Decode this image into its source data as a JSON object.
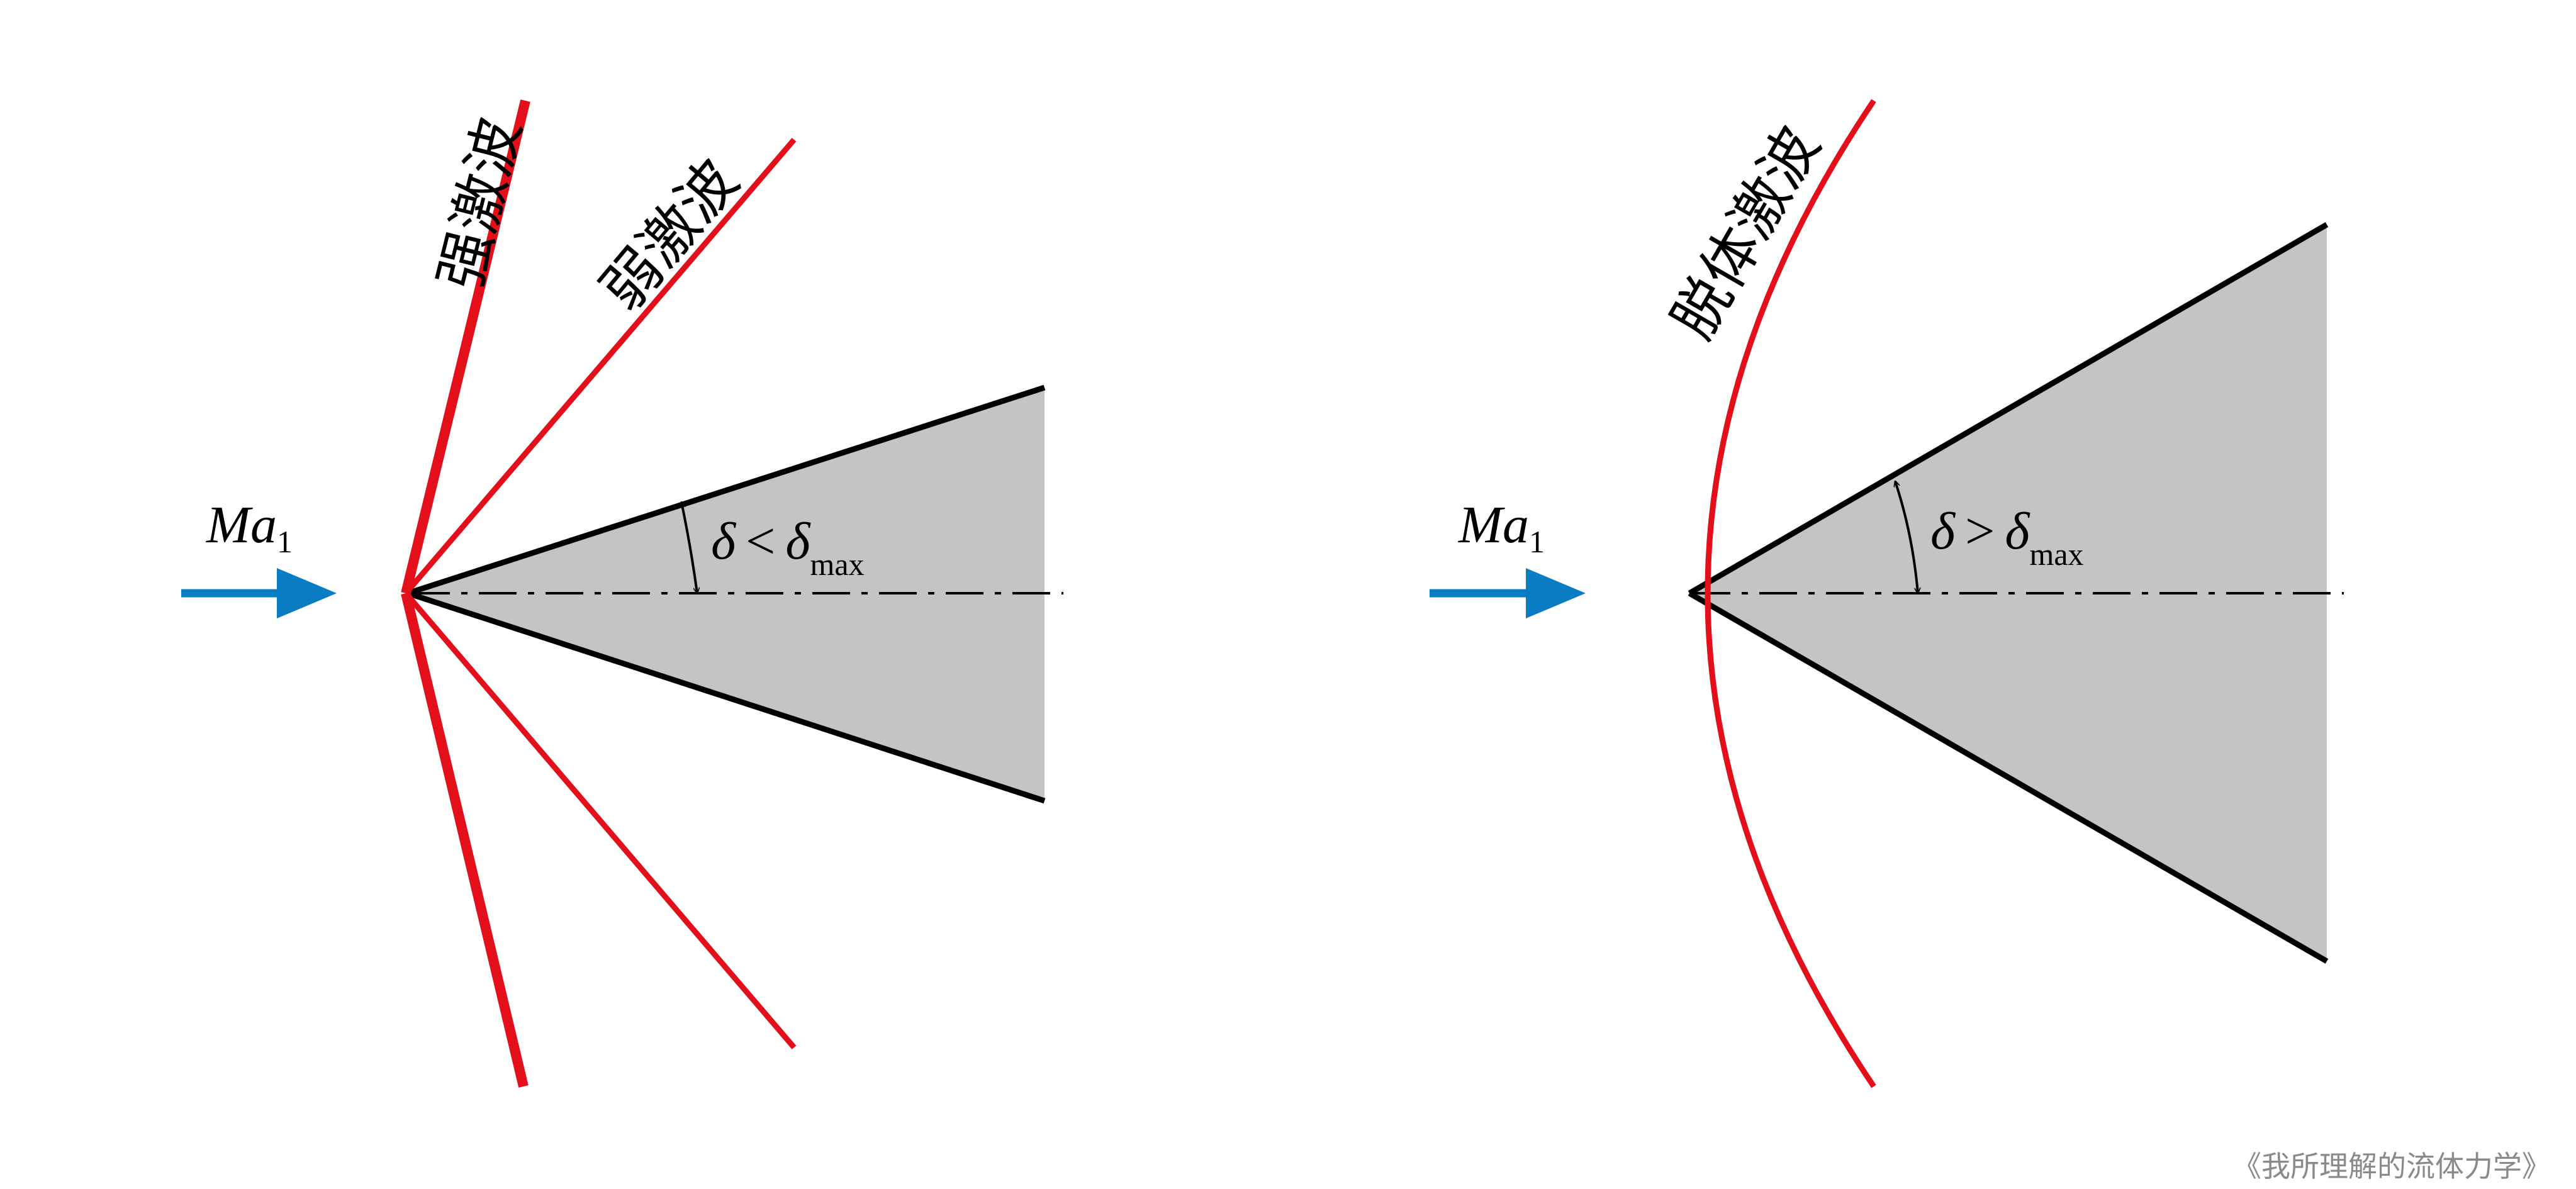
{
  "left_panel": {
    "strong_shock_label": "强激波",
    "weak_shock_label": "弱激波",
    "mach_label": "Ma",
    "mach_subscript": "1",
    "angle_symbol": "δ",
    "relation": "<",
    "angle_max_symbol": "δ",
    "angle_max_subscript": "max"
  },
  "right_panel": {
    "detached_shock_label": "脱体激波",
    "mach_label": "Ma",
    "mach_subscript": "1",
    "angle_symbol": "δ",
    "relation": ">",
    "angle_max_symbol": "δ",
    "angle_max_subscript": "max"
  },
  "watermark": "《我所理解的流体力学》",
  "colors": {
    "shock": "#e3101b",
    "flow_arrow": "#0a7cc4",
    "wedge_fill": "#c2c4c6",
    "outline": "#000000"
  }
}
